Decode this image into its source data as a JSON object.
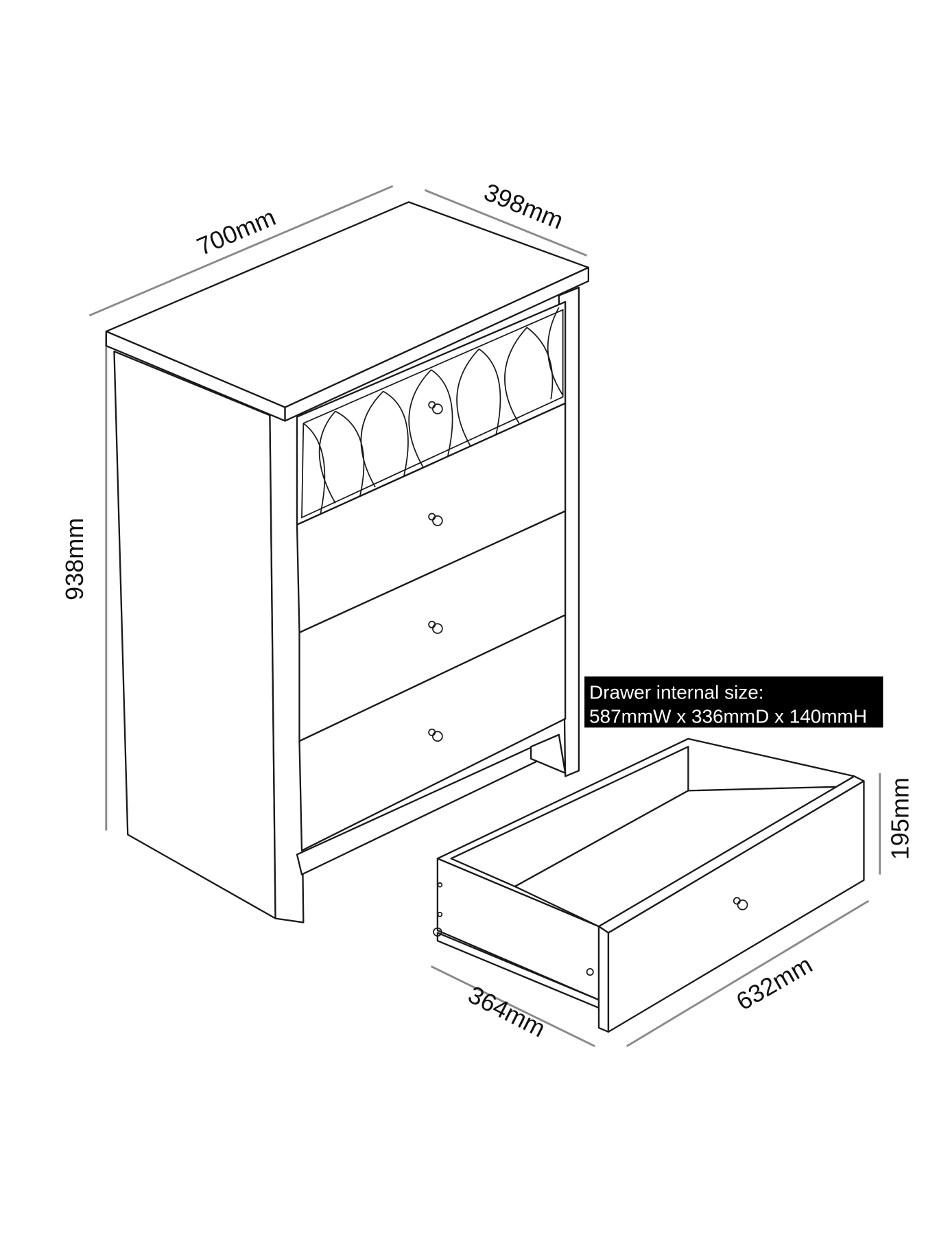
{
  "dimensions": {
    "width": "700mm",
    "depth": "398mm",
    "height": "938mm",
    "drawer_height": "195mm",
    "drawer_depth": "364mm",
    "drawer_width": "632mm"
  },
  "drawer_note": {
    "title": "Drawer internal size:",
    "size": "587mmW x 336mmD x 140mmH"
  },
  "colors": {
    "line": "#1a1a1a",
    "dimension_line": "#8a8a8a",
    "label_bg": "#000000"
  }
}
